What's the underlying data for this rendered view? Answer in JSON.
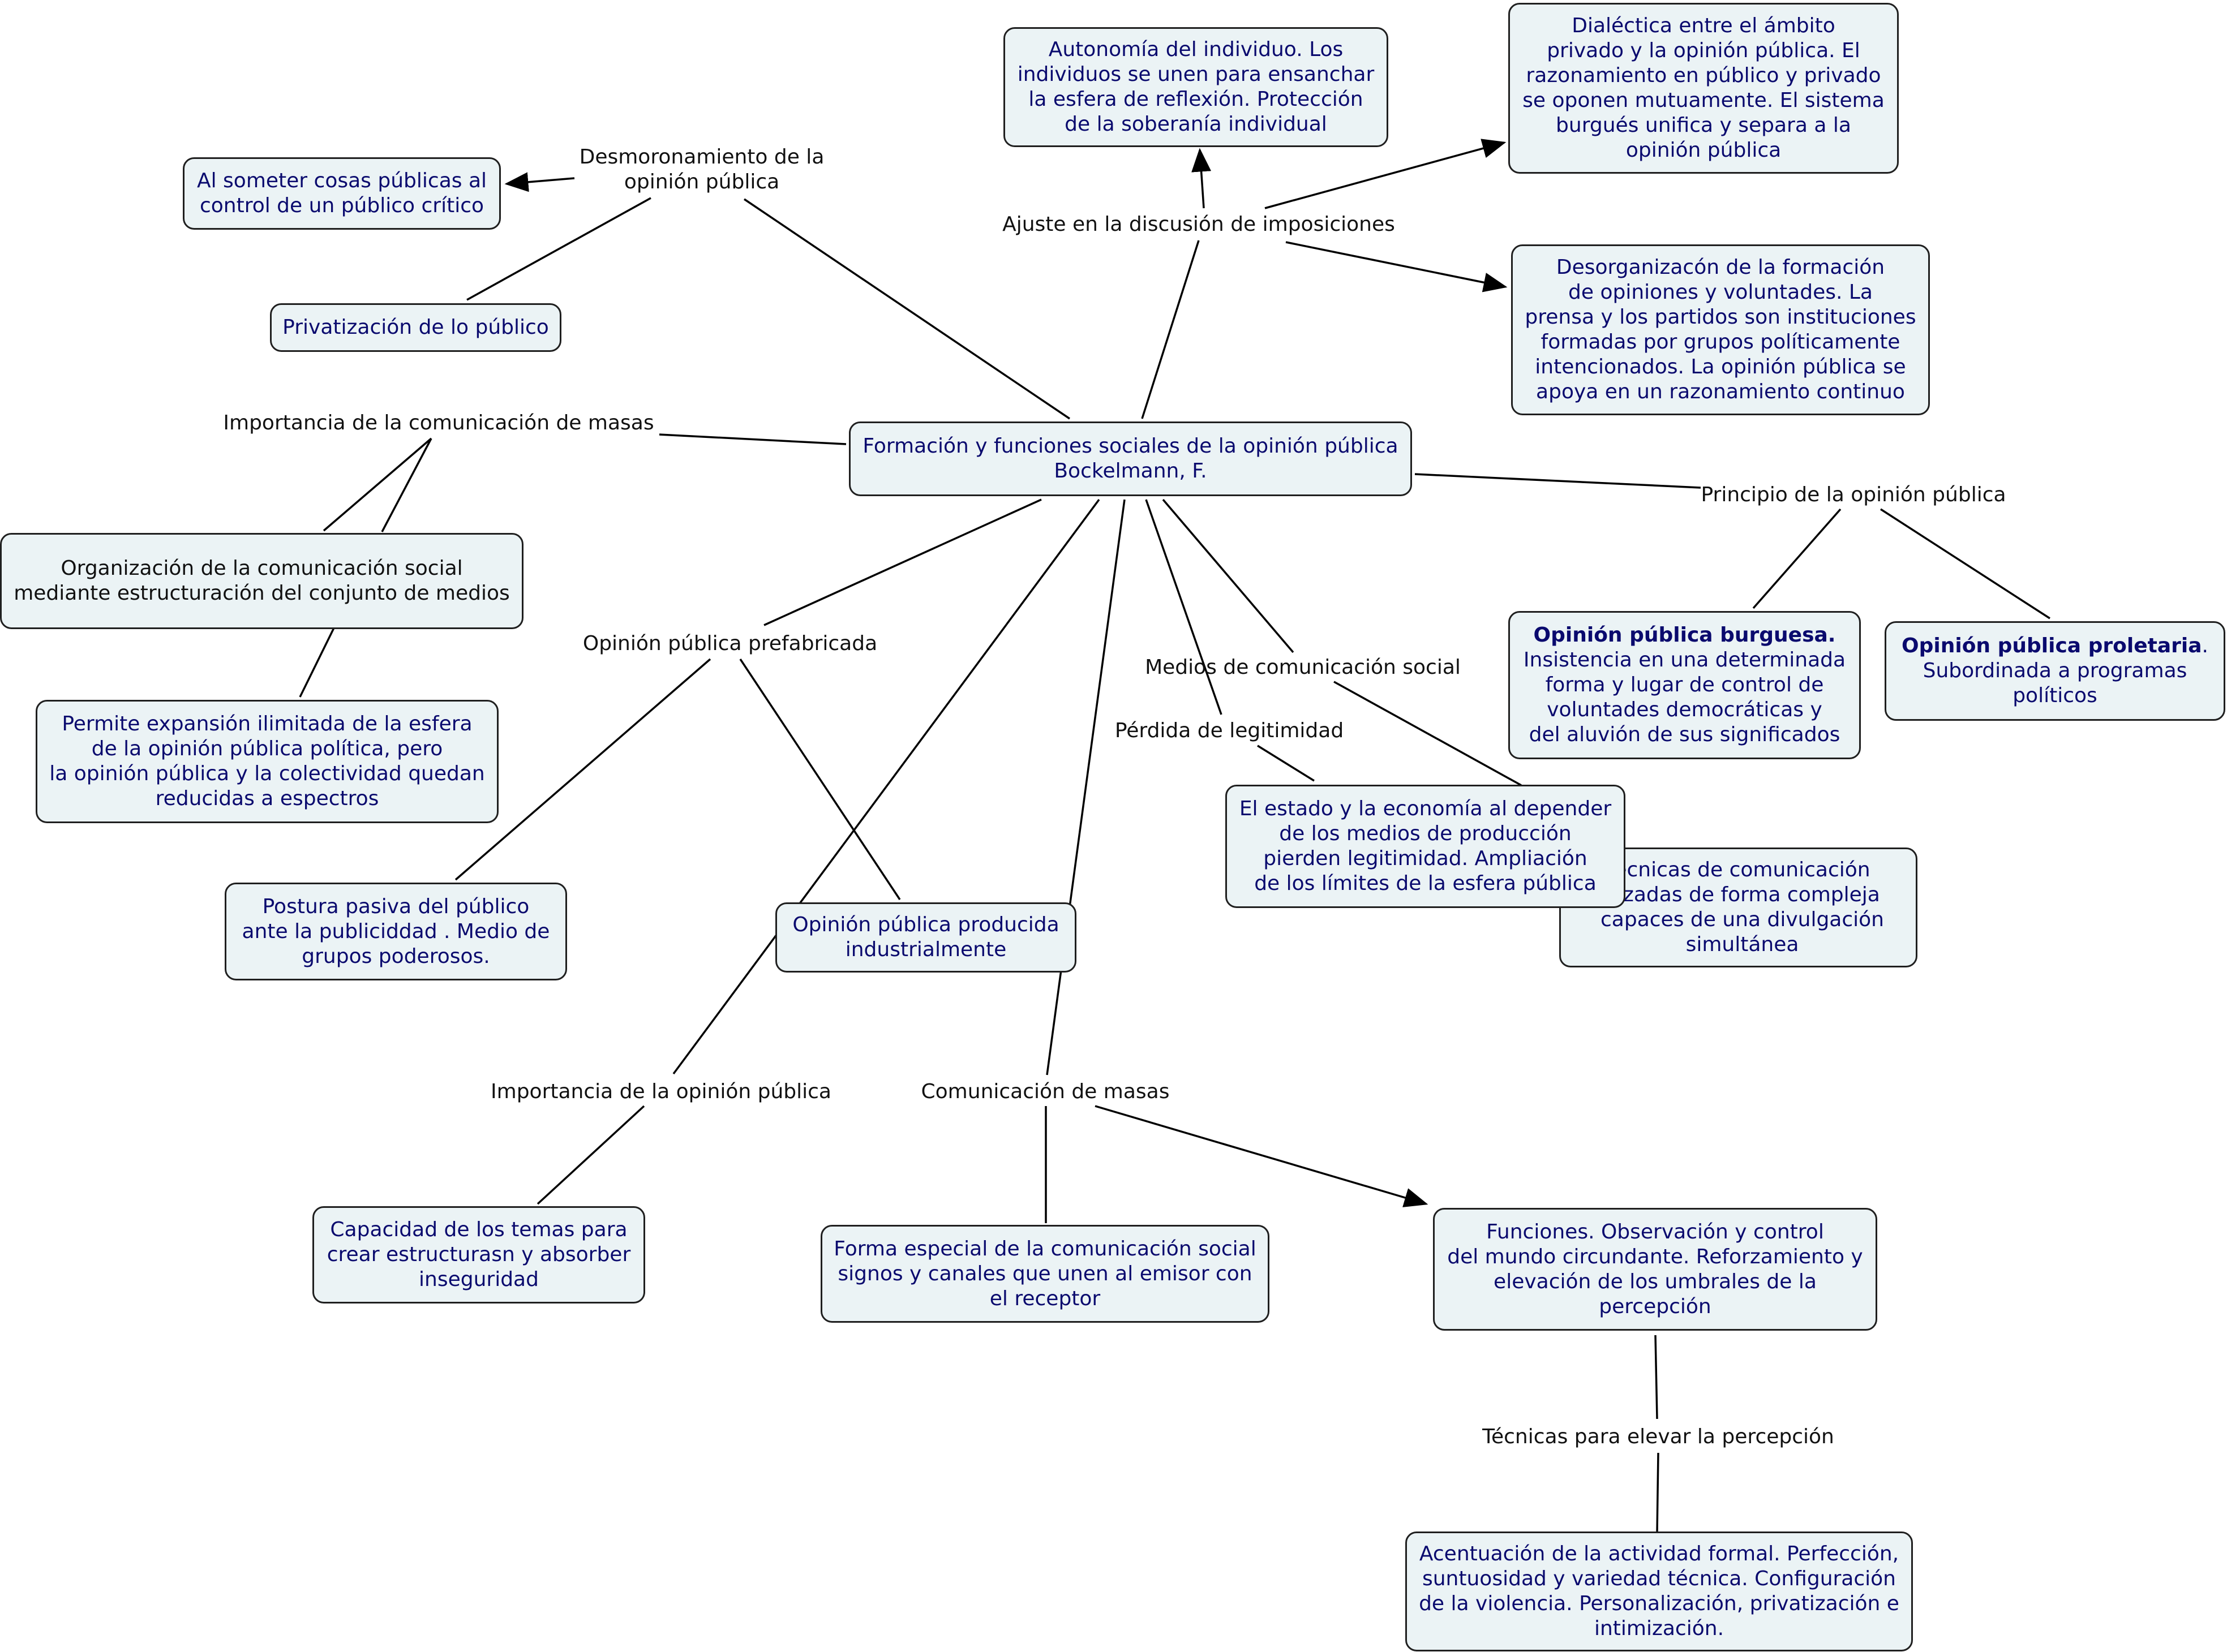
{
  "colors": {
    "node_fill": "#ebf3f5",
    "node_border": "#1f1f1f",
    "node_text": "#0a0a6e",
    "phrase_text": "#111111",
    "edge": "#000000"
  },
  "nodes": {
    "central": "Formación y funciones sociales de la opinión pública\nBockelmann, F.",
    "autonomia": "Autonomía del individuo. Los\nindividuos se unen para ensanchar\nla esfera de reflexión. Protección\nde la soberanía individual",
    "dialectica": "Dialéctica entre el ámbito\nprivado y la opinión pública. El\nrazonamiento en público y privado\nse oponen mutuamente. El sistema\nburgués unifica y separa a la\nopinión pública",
    "desorganizacion": "Desorganizacón de la formación\nde opiniones y voluntades. La\nprensa y los partidos son instituciones\nformadas por grupos políticamente\nintencionados.  La opinión pública se\napoya en un razonamiento continuo",
    "someter": "Al someter cosas públicas al\ncontrol de un público crítico",
    "privatizacion": "Privatización de lo público",
    "organizacion": "Organización de la comunicación social\nmediante estructuración del conjunto de medios",
    "permite": "Permite expansión ilimitada de la esfera\nde la opinión pública política, pero\nla opinión pública y la colectividad quedan\nreducidas a espectros",
    "postura": "Postura pasiva del público\nante la publiciddad . Medio de\ngrupos poderosos.",
    "producida": "Opinión pública producida\nindustrialmente",
    "burguesa_lead": "Opinión pública burguesa.",
    "burguesa_rest": "Insistencia en una determinada\nforma y lugar de control de\nvoluntades democráticas y\ndel aluvión de sus significados",
    "proletaria_lead": "Opinión pública proletaria",
    "proletaria_dot": ".",
    "proletaria_rest": "Subordinada  a programas\npolíticos",
    "estado": "El estado y la economía al depender\nde los medios de producción\npierden legitimidad. Ampliación\nde los límites de la esfera pública",
    "tecnicas_com": "écnicas de comunicación\nnizadas de forma compleja\ncapaces de una divulgación\nsimultánea",
    "capacidad": "Capacidad de los temas para\ncrear estructurasn y absorber\ninseguridad",
    "forma_especial": "Forma especial de la comunicación social\nsignos y canales que unen al emisor con\nel receptor",
    "funciones": "Funciones. Observación y control\ndel mundo circundante. Reforzamiento y\nelevación de los umbrales de la\npercepción",
    "acentuacion": "Acentuación de la actividad formal. Perfección,\nsuntuosidad y variedad técnica.  Configuración\nde la violencia. Personalización, privatización e\nintimización."
  },
  "phrases": {
    "desmoronamiento": "Desmoronamiento de la\nopinión pública",
    "ajuste": "Ajuste en la discusión de imposiciones",
    "importancia_com": "Importancia de la comunicación de masas",
    "principio": "Principio de la opinión pública",
    "prefabricada": "Opinión pública prefabricada",
    "medios": "Medios de comunicación social",
    "perdida": "Pérdida de legitimidad",
    "importancia_op": "Importancia de la opinión pública",
    "com_masas": "Comunicación de masas",
    "tecnicas_elevar": "Técnicas para elevar la percepción"
  }
}
